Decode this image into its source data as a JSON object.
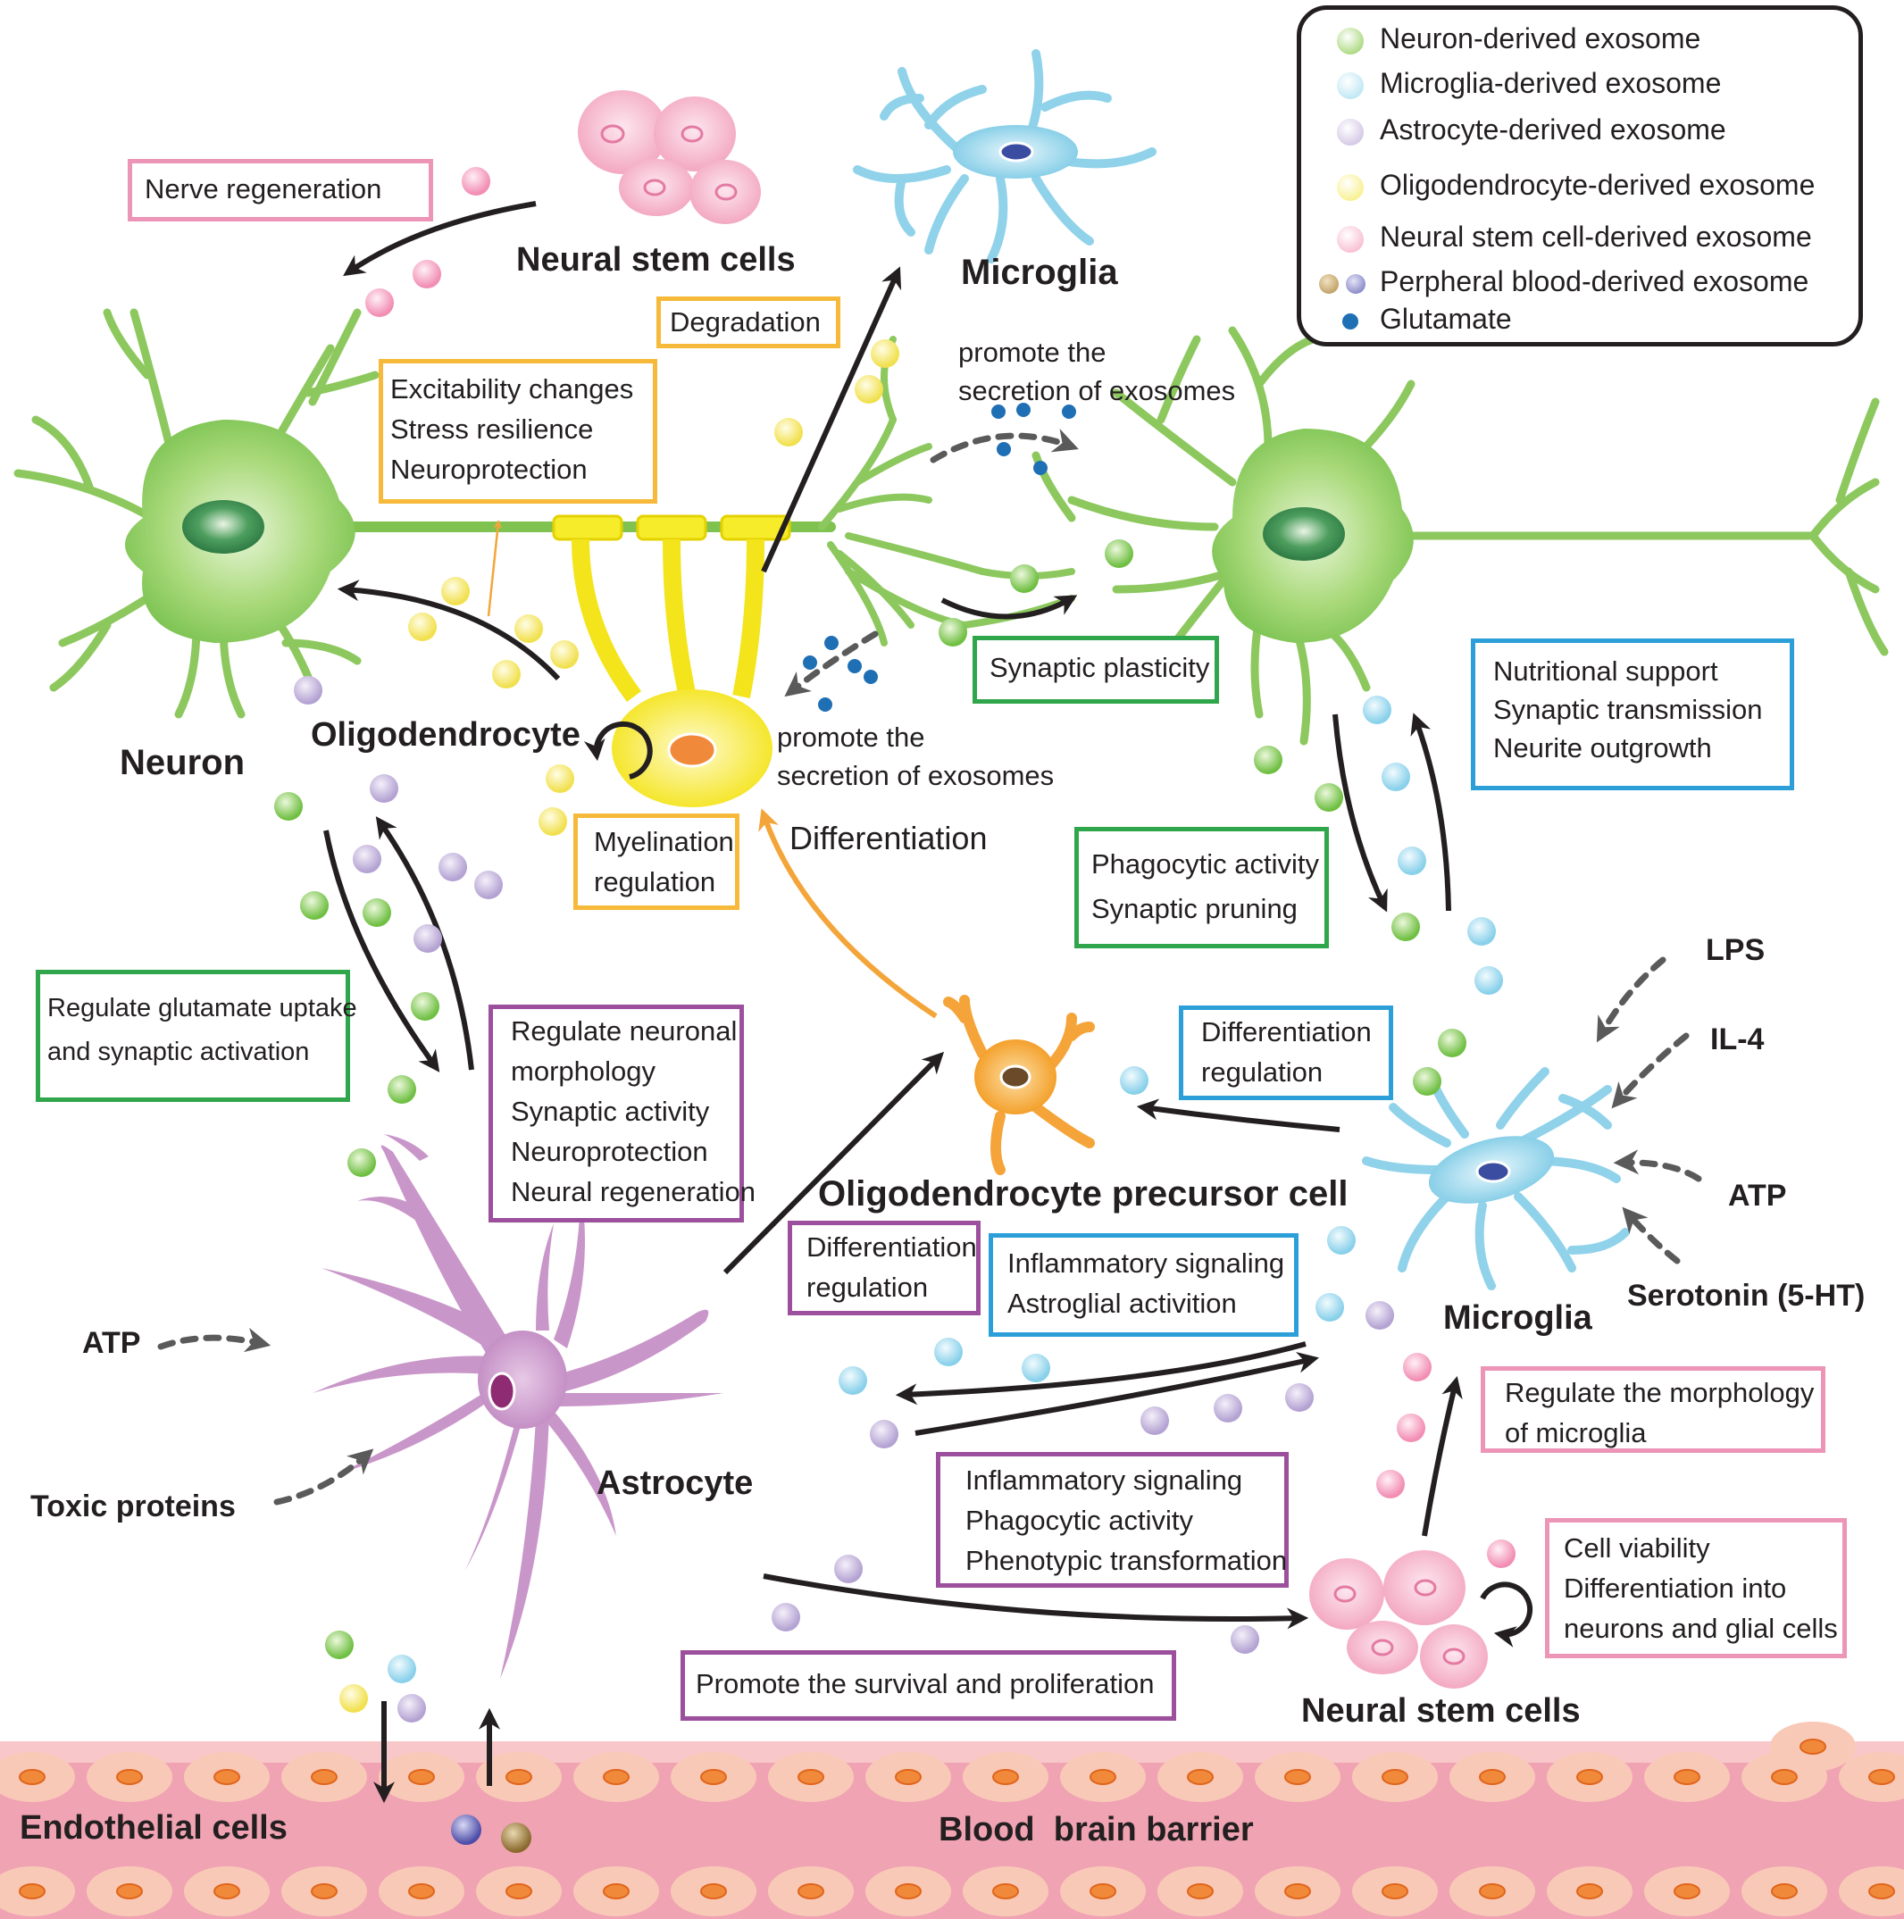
{
  "legend": {
    "items": [
      {
        "label": "Neuron-derived exosome",
        "color": "#8fcc55"
      },
      {
        "label": "Microglia-derived exosome",
        "color": "#a9dff0"
      },
      {
        "label": "Astrocyte-derived exosome",
        "color": "#c6b5dd"
      },
      {
        "label": "Oligodendrocyte-derived exosome",
        "color": "#f6ec6a"
      },
      {
        "label": "Neural stem cell-derived exosome",
        "color": "#f6a9c4"
      },
      {
        "label": "Perpheral blood-derived exosome",
        "color": "#b08a4a",
        "color2": "#6b6bb8"
      },
      {
        "label": "Glutamate",
        "color": "#1f6fb5"
      }
    ]
  },
  "cells": {
    "neural_stem_cells_top": "Neural stem cells",
    "microglia_top": "Microglia",
    "neuron": "Neuron",
    "oligodendrocyte": "Oligodendrocyte",
    "opc": "Oligodendrocyte precursor cell",
    "astrocyte": "Astrocyte",
    "microglia_bottom": "Microglia",
    "neural_stem_cells_bottom": "Neural stem cells",
    "endothelial": "Endothelial cells",
    "bbb": "Blood  brain barrier"
  },
  "labels": {
    "promote_top_1": "promote the",
    "promote_top_2": "secretion of exosomes",
    "promote_mid_1": "promote the",
    "promote_mid_2": "secretion of exosomes",
    "differentiation": "Differentiation"
  },
  "stimuli": {
    "lps": "LPS",
    "il4": "IL-4",
    "atp_right": "ATP",
    "serotonin": "Serotonin (5-HT)",
    "atp_left": "ATP",
    "toxic": "Toxic proteins"
  },
  "boxes": {
    "nerve_regen": [
      "Nerve regeneration"
    ],
    "degradation": [
      "Degradation"
    ],
    "excitability": [
      "Excitability changes",
      "Stress resilience",
      "Neuroprotection"
    ],
    "synaptic_plasticity": [
      "Synaptic plasticity"
    ],
    "nutritional": [
      "Nutritional support",
      "Synaptic transmission",
      "Neurite outgrowth"
    ],
    "myelination": [
      "Myelination",
      "regulation"
    ],
    "phagocytic": [
      "Phagocytic activity",
      "Synaptic pruning"
    ],
    "glutamate": [
      "Regulate glutamate uptake",
      "and synaptic activation"
    ],
    "neuronal_morph": [
      "Regulate neuronal",
      "morphology",
      "Synaptic activity",
      "Neuroprotection",
      "Neural regeneration"
    ],
    "diff_reg_blue": [
      "Differentiation",
      "regulation"
    ],
    "diff_reg_purple": [
      "Differentiation",
      "regulation"
    ],
    "inflam_astro": [
      "Inflammatory signaling",
      "Astroglial activition"
    ],
    "inflam_phago": [
      "Inflammatory signaling",
      "Phagocytic activity",
      "Phenotypic transformation"
    ],
    "micro_morph": [
      "Regulate the morphology",
      "of microglia"
    ],
    "cell_viability": [
      "Cell viability",
      "Differentiation into",
      "neurons and glial cells"
    ],
    "survival": [
      "Promote the survival and proliferation"
    ]
  }
}
